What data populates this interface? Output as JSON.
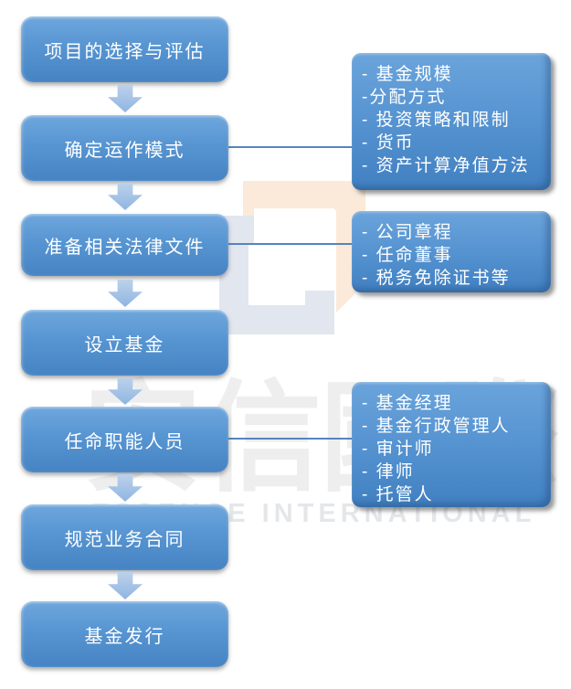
{
  "watermark": {
    "cn_text": "安信國際",
    "en_text": "ESSENCE INTERNATIONAL",
    "logo_icon": "essence-cube-logo",
    "colors": {
      "peach": "#fbe9d9",
      "frame_gray": "#e2e6ef",
      "cn_gray": "#eeeeee",
      "en_gray": "#e4e7ea"
    }
  },
  "flow": {
    "steps": [
      {
        "label": "项目的选择与评估"
      },
      {
        "label": "确定运作模式"
      },
      {
        "label": "准备相关法律文件"
      },
      {
        "label": "设立基金"
      },
      {
        "label": "任命职能人员"
      },
      {
        "label": "规范业务合同"
      },
      {
        "label": "基金发行"
      }
    ]
  },
  "detail_boxes": [
    {
      "attached_to": "确定运作模式",
      "lines": [
        "- 基金规模",
        "-分配方式",
        "- 投资策略和限制",
        "- 货币",
        "- 资产计算净值方法"
      ]
    },
    {
      "attached_to": "准备相关法律文件",
      "lines": [
        "- 公司章程",
        "- 任命董事",
        "- 税务免除证书等"
      ]
    },
    {
      "attached_to": "任命职能人员",
      "lines": [
        "- 基金经理",
        "- 基金行政管理人",
        "- 审计师",
        "- 律师",
        "- 托管人"
      ]
    }
  ],
  "colors": {
    "box_gradient_top": "#6fa7dd",
    "box_gradient_bottom": "#4583c3",
    "arrow_top": "#bcd1ea",
    "arrow_bottom": "#8fb5e2",
    "connector": "#5585bd",
    "text": "#ffffff"
  }
}
